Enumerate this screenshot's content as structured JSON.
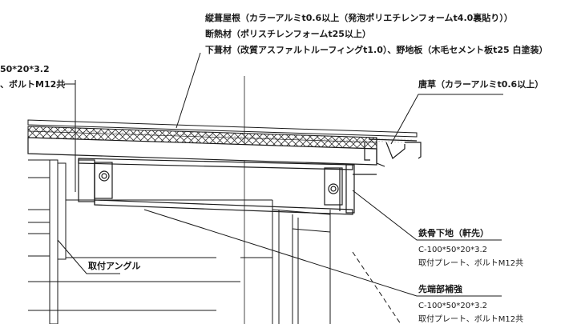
{
  "callouts": {
    "roof": "縦葺屋根（カラーアルミt0.6以上（発泡ポリエチレンフォームt4.0裏貼り））",
    "insulation": "断熱材（ポリスチレンフォームt25以上）",
    "underlay": "下葺材（改質アスファルトルーフィングt1.0）、野地板（木毛セメント板t25 白塗装）",
    "eave_trim": "唐草（カラーアルミt0.6以上）",
    "left_spec_1": "50*20*3.2",
    "left_spec_2": "、ボルトM12共",
    "angle": "取付アングル",
    "frame_title": "鉄骨下地（軒先）",
    "frame_spec": "C-100*50*20*3.2",
    "frame_plate": "取付プレート、ボルトM12共",
    "tip_title": "先端部補強",
    "tip_spec": "C-100*50*20*3.2",
    "tip_plate": "取付プレート、ボルトM12共"
  },
  "colors": {
    "line": "#1a1a1a",
    "hatch": "#333333",
    "paper": "#ffffff"
  }
}
